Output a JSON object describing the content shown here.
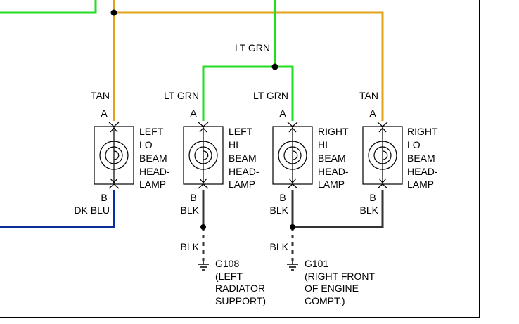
{
  "colors": {
    "tan": "#e0a31a",
    "lt_grn": "#22dd22",
    "dk_blu": "#0a2f9a",
    "blk": "#333333",
    "frame": "#000000",
    "background": "#ffffff"
  },
  "wires": {
    "tan_left": "TAN",
    "tan_right": "TAN",
    "lt_grn_feed": "LT GRN",
    "lt_grn_left": "LT GRN",
    "lt_grn_right": "LT GRN",
    "dk_blu": "DK BLU",
    "blk_1": "BLK",
    "blk_2": "BLK",
    "blk_3": "BLK",
    "blk_4": "BLK",
    "blk_5": "BLK"
  },
  "lamps": [
    {
      "pin_a": "A",
      "pin_b": "B",
      "lines": [
        "LEFT",
        "LO",
        "BEAM",
        "HEAD-",
        "LAMP"
      ]
    },
    {
      "pin_a": "A",
      "pin_b": "B",
      "lines": [
        "LEFT",
        "HI",
        "BEAM",
        "HEAD-",
        "LAMP"
      ]
    },
    {
      "pin_a": "A",
      "pin_b": "B",
      "lines": [
        "RIGHT",
        "HI",
        "BEAM",
        "HEAD-",
        "LAMP"
      ]
    },
    {
      "pin_a": "A",
      "pin_b": "B",
      "lines": [
        "RIGHT",
        "LO",
        "BEAM",
        "HEAD-",
        "LAMP"
      ]
    }
  ],
  "grounds": [
    {
      "id": "G108",
      "lines": [
        "(LEFT",
        "RADIATOR",
        "SUPPORT)"
      ]
    },
    {
      "id": "G101",
      "lines": [
        "(RIGHT FRONT",
        "OF ENGINE",
        "COMPT.)"
      ]
    }
  ]
}
